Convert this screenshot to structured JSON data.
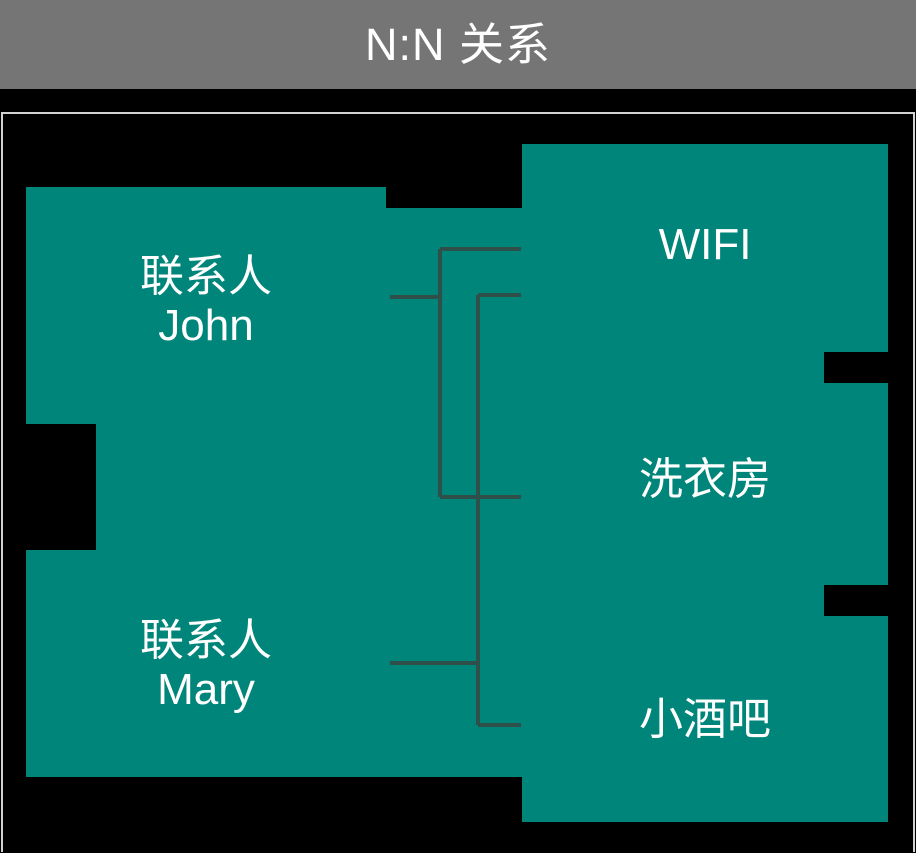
{
  "header": {
    "title": "N:N 关系"
  },
  "theme": {
    "header_bg": "#757575",
    "header_text": "#ffffff",
    "canvas_bg": "#000000",
    "room_fill": "#00857a",
    "room_text": "#ffffff",
    "connector_color": "#2f4f4b",
    "frame_border": "#d2d2d2"
  },
  "diagram": {
    "type": "n-to-n-relationship",
    "left_nodes": [
      {
        "id": "contact-john",
        "title": "联系人",
        "subtitle": "John"
      },
      {
        "id": "contact-mary",
        "title": "联系人",
        "subtitle": "Mary"
      }
    ],
    "right_nodes": [
      {
        "id": "wifi",
        "title": "WIFI",
        "subtitle": ""
      },
      {
        "id": "laundry",
        "title": "洗衣房",
        "subtitle": ""
      },
      {
        "id": "bar",
        "title": "小酒吧",
        "subtitle": ""
      }
    ],
    "edges": [
      {
        "from": "contact-john",
        "to": "wifi"
      },
      {
        "from": "contact-john",
        "to": "laundry"
      },
      {
        "from": "contact-mary",
        "to": "laundry"
      },
      {
        "from": "contact-mary",
        "to": "bar"
      }
    ]
  }
}
